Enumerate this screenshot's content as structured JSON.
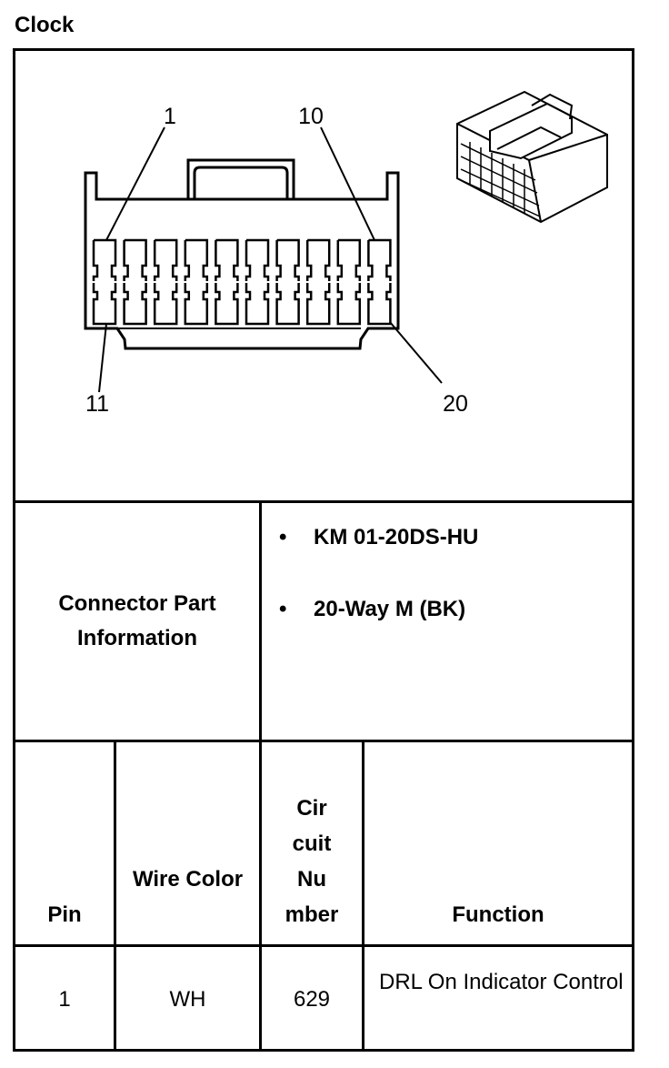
{
  "title": "Clock",
  "diagram": {
    "pin_labels": {
      "top_left": "1",
      "top_right": "10",
      "bottom_left": "11",
      "bottom_right": "20"
    }
  },
  "connector_info": {
    "label": "Connector Part Information",
    "items": [
      "KM 01-20DS-HU",
      "20-Way M (BK)"
    ]
  },
  "table": {
    "headers": {
      "pin": "Pin",
      "wire_color": "Wire Color",
      "circuit_number_lines": [
        "Cir",
        "cuit",
        "Nu",
        "mber"
      ],
      "function": "Function"
    },
    "rows": [
      {
        "pin": "1",
        "wire_color": "WH",
        "circuit": "629",
        "function": "DRL On Indicator Control"
      }
    ]
  }
}
